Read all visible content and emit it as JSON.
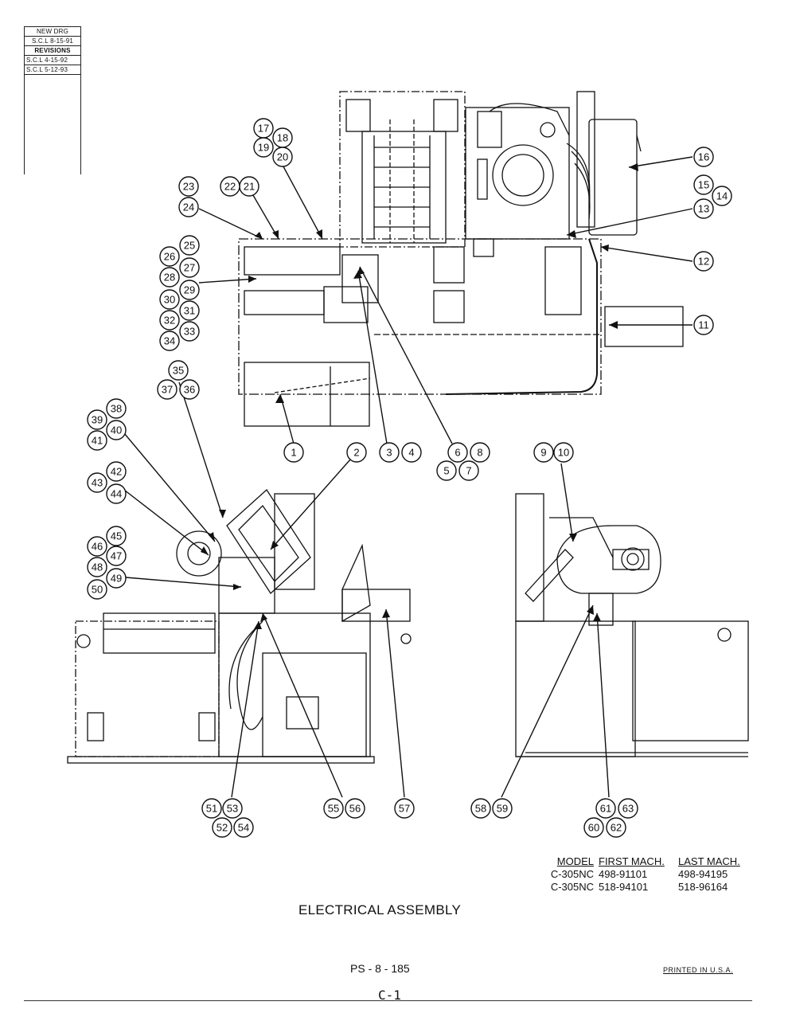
{
  "revision_block": {
    "new_drawing": [
      "NEW DRG",
      "S.C.L 8-15-91"
    ],
    "revisions_header": "REVISIONS",
    "revisions": [
      "S.C.L 4-15-92",
      "S.C.L 5-12-93"
    ]
  },
  "callouts": {
    "c1": "1",
    "c2": "2",
    "c3": "3",
    "c4": "4",
    "c5": "5",
    "c6": "6",
    "c7": "7",
    "c8": "8",
    "c9": "9",
    "c10": "10",
    "c11": "11",
    "c12": "12",
    "c13": "13",
    "c14": "14",
    "c15": "15",
    "c16": "16",
    "c17": "17",
    "c18": "18",
    "c19": "19",
    "c20": "20",
    "c21": "21",
    "c22": "22",
    "c23": "23",
    "c24": "24",
    "c25": "25",
    "c26": "26",
    "c27": "27",
    "c28": "28",
    "c29": "29",
    "c30": "30",
    "c31": "31",
    "c32": "32",
    "c33": "33",
    "c34": "34",
    "c35": "35",
    "c36": "36",
    "c37": "37",
    "c38": "38",
    "c39": "39",
    "c40": "40",
    "c41": "41",
    "c42": "42",
    "c43": "43",
    "c44": "44",
    "c45": "45",
    "c46": "46",
    "c47": "47",
    "c48": "48",
    "c49": "49",
    "c50": "50",
    "c51": "51",
    "c52": "52",
    "c53": "53",
    "c54": "54",
    "c55": "55",
    "c56": "56",
    "c57": "57",
    "c58": "58",
    "c59": "59",
    "c60": "60",
    "c61": "61",
    "c62": "62",
    "c63": "63"
  },
  "model_table": {
    "headers": [
      "MODEL",
      "FIRST MACH.",
      "LAST MACH."
    ],
    "rows": [
      [
        "C-305NC",
        "498-91101",
        "498-94195"
      ],
      [
        "C-305NC",
        "518-94101",
        "518-96164"
      ]
    ]
  },
  "title": "ELECTRICAL ASSEMBLY",
  "page_code": "PS - 8 - 185",
  "printed": "PRINTED IN U.S.A.",
  "page_number": "C-1"
}
